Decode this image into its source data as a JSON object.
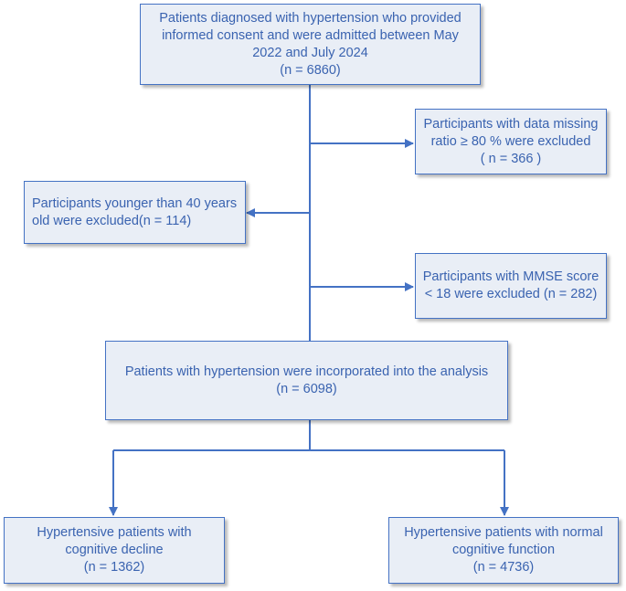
{
  "flowchart": {
    "top_box": {
      "lines": [
        "Patients diagnosed with hypertension who provided",
        "informed consent and were admitted between May",
        "2022 and July 2024",
        "(n = 6860)"
      ]
    },
    "exclusion_missing": {
      "lines": [
        "Participants with data missing",
        "ratio ≥ 80 % were excluded",
        "( n = 366 )"
      ]
    },
    "exclusion_age": {
      "lines": [
        "Participants younger than 40 years",
        "old were excluded(n = 114)"
      ]
    },
    "exclusion_mmse": {
      "lines": [
        "Participants with MMSE score",
        "< 18 were excluded (n = 282)"
      ]
    },
    "analysis_box": {
      "lines": [
        "Patients with hypertension were incorporated into the analysis",
        "(n = 6098)"
      ]
    },
    "decline_box": {
      "lines": [
        "Hypertensive patients with",
        "cognitive decline",
        "(n = 1362)"
      ]
    },
    "normal_box": {
      "lines": [
        "Hypertensive patients with normal",
        "cognitive function",
        "(n = 4736)"
      ]
    }
  },
  "colors": {
    "box_fill": "#e9eef6",
    "box_border": "#4472c4",
    "text": "#3a63b0",
    "connector": "#4472c4"
  }
}
